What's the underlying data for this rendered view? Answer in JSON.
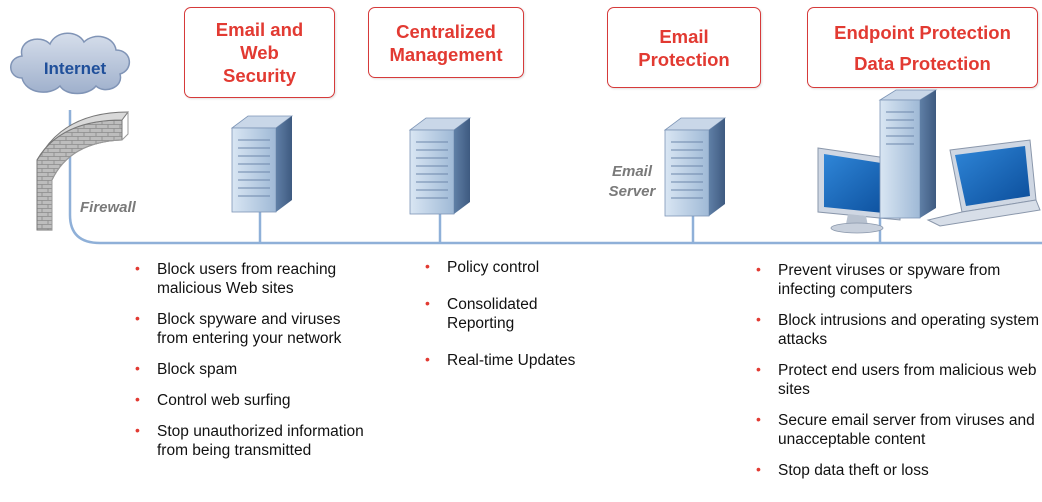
{
  "internet": {
    "label": "Internet"
  },
  "firewall": {
    "label": "Firewall"
  },
  "email_server": {
    "label_line1": "Email",
    "label_line2": "Server"
  },
  "boxes": {
    "email_web_security": [
      "Email and",
      "Web",
      "Security"
    ],
    "centralized_management": [
      "Centralized",
      "Management"
    ],
    "email_protection": [
      "Email",
      "Protection"
    ],
    "endpoint_protection": [
      "Endpoint Protection",
      "Data Protection"
    ]
  },
  "bullets": {
    "web_security": [
      "Block users from reaching malicious Web sites",
      "Block spyware and viruses from entering your network",
      "Block spam",
      "Control web surfing",
      "Stop unauthorized information from being transmitted"
    ],
    "management": [
      "Policy control",
      "Consolidated Reporting",
      "Real-time Updates"
    ],
    "endpoint": [
      "Prevent viruses or spyware from infecting computers",
      "Block intrusions and operating system attacks",
      "Protect end users from malicious web sites",
      "Secure email server from viruses and unacceptable content",
      "Stop data theft or loss"
    ]
  },
  "colors": {
    "accent_red": "#e23a32",
    "network_line": "#8fb0d8",
    "cloud": "#b8c6dd",
    "cloud_text": "#1f4f9a"
  }
}
